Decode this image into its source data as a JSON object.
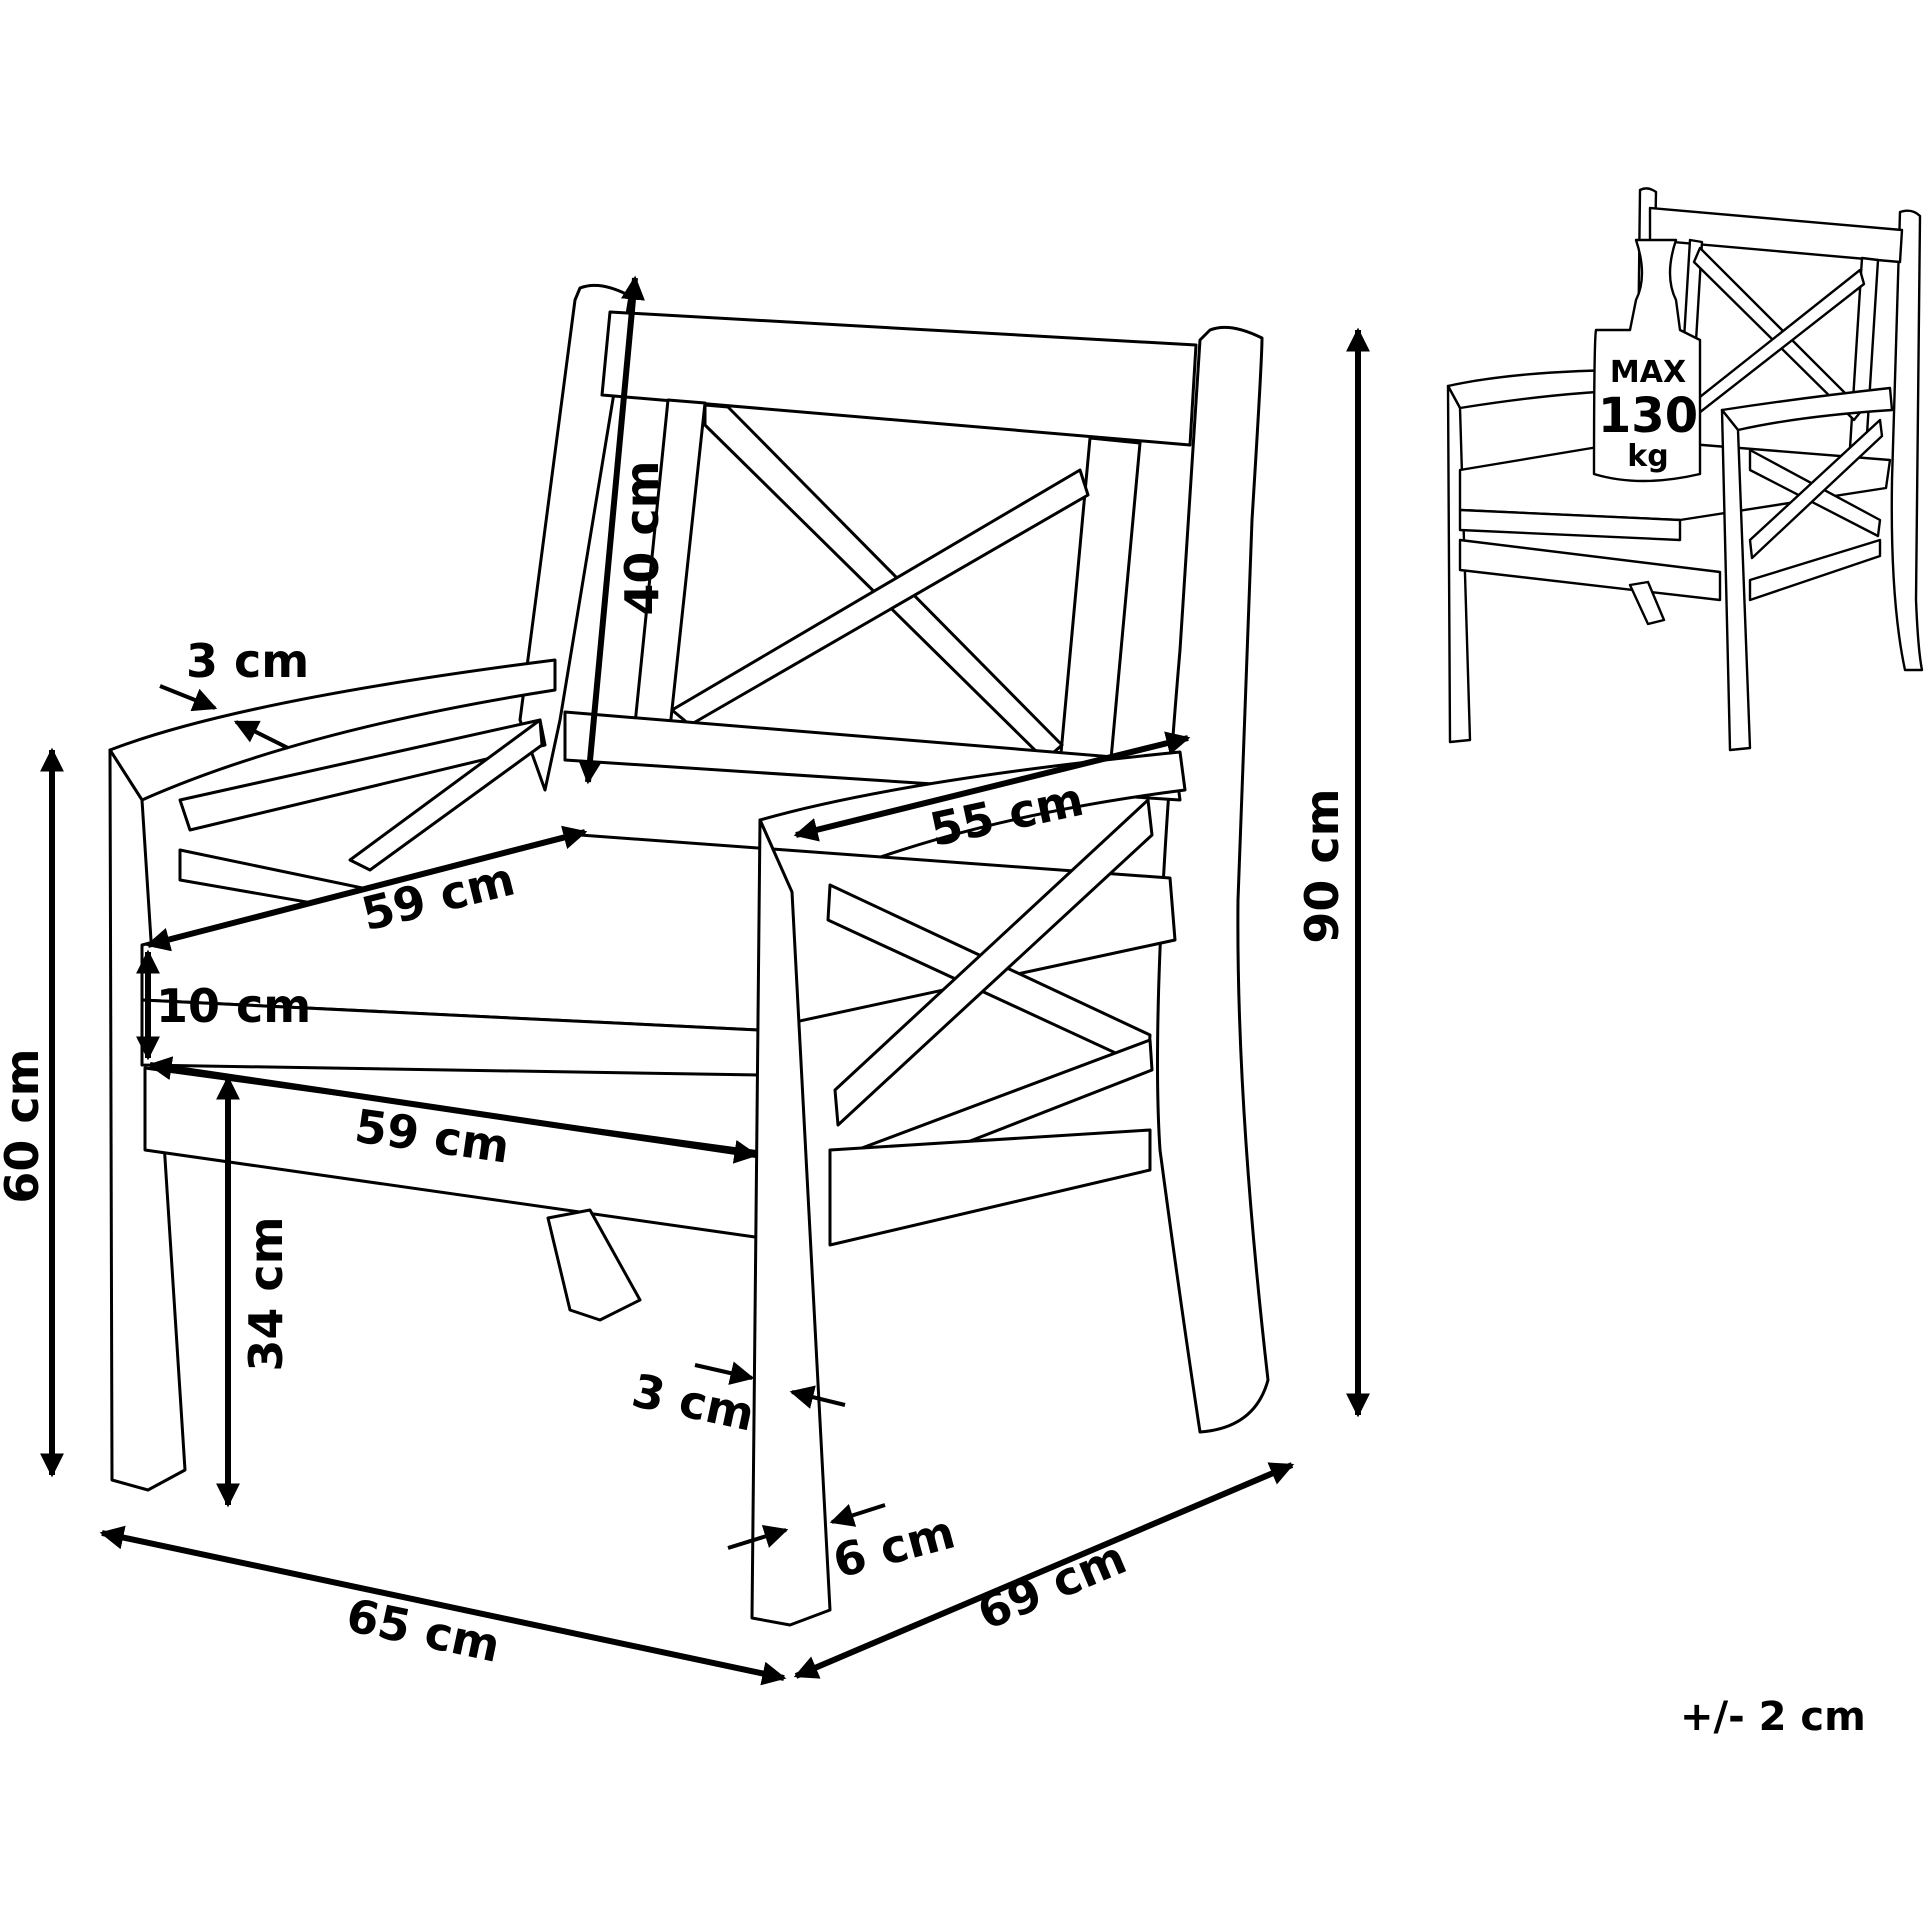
{
  "dimensions": {
    "back_height": "40 cm",
    "armrest_thickness": "3 cm",
    "seat_depth": "59 cm",
    "back_width": "55 cm",
    "cushion_thickness": "10 cm",
    "seat_width": "59 cm",
    "armrest_height": "60 cm",
    "seat_height": "34 cm",
    "total_height": "90 cm",
    "leg_thickness_front": "3 cm",
    "leg_width": "6 cm",
    "total_width": "65 cm",
    "total_depth": "69 cm"
  },
  "tolerance": "+/- 2 cm",
  "max_load": {
    "line1": "MAX",
    "line2": "130",
    "line3": "kg"
  }
}
